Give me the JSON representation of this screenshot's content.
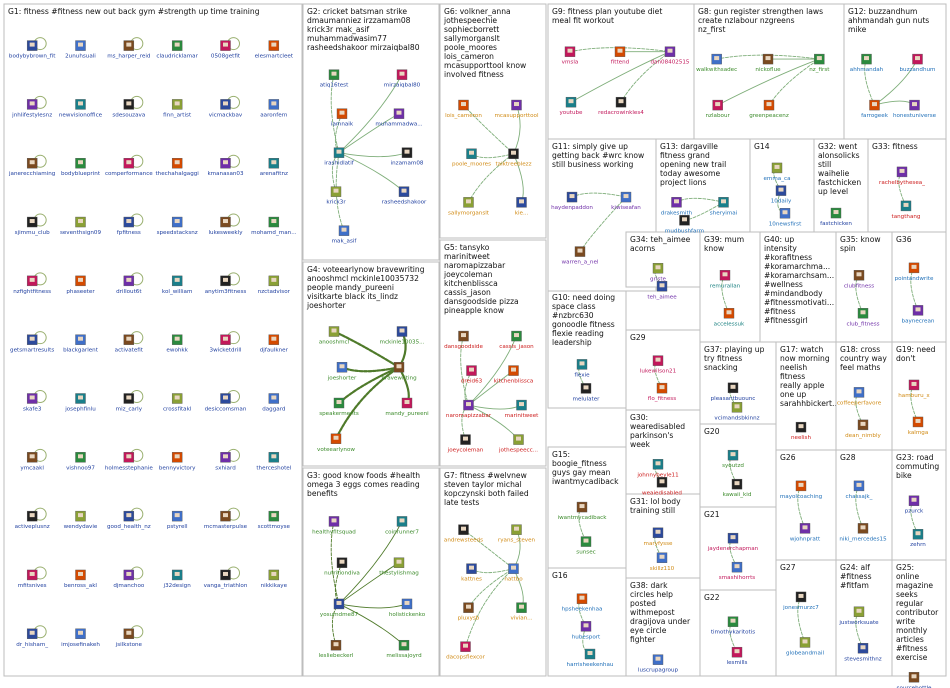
{
  "groups": [
    {
      "id": "G1",
      "title": "G1: fitness #fitness new out back gym #strength up time training",
      "nodes": [
        {
          "label": "bodybybrown_fit"
        },
        {
          "label": "2unuhsuali"
        },
        {
          "label": "ms_harper_reid"
        },
        {
          "label": "claudricklamar"
        },
        {
          "label": "0508getfit"
        },
        {
          "label": "elesmartcleet"
        },
        {
          "label": "jnhlifestylesnz"
        },
        {
          "label": "newvisionoffice"
        },
        {
          "label": "sdesouzava"
        },
        {
          "label": "finn_artist"
        },
        {
          "label": "vicmackbav"
        },
        {
          "label": "aaronfern"
        },
        {
          "label": "janerecchiaming"
        },
        {
          "label": "bodyblueprint"
        },
        {
          "label": "comperformance"
        },
        {
          "label": "thechahalgaggi"
        },
        {
          "label": "kmanasan03"
        },
        {
          "label": "arenafitnz"
        },
        {
          "label": "sjimmu_club"
        },
        {
          "label": "seventhsign09"
        },
        {
          "label": "fpfitness"
        },
        {
          "label": "speedstacksnz"
        },
        {
          "label": "lukesweekly"
        },
        {
          "label": "mohamd_man..."
        },
        {
          "label": "nzfightfitness"
        },
        {
          "label": "phaseeter"
        },
        {
          "label": "drillout6t"
        },
        {
          "label": "kol_william"
        },
        {
          "label": "anytim3fitness"
        },
        {
          "label": "nzctadvisor"
        },
        {
          "label": "getsmartresults"
        },
        {
          "label": "blackgarlent"
        },
        {
          "label": "activatefit"
        },
        {
          "label": "ewohkk"
        },
        {
          "label": "3wicketdrill"
        },
        {
          "label": "djfaulkner"
        },
        {
          "label": "skafe3"
        },
        {
          "label": "josephfinlu"
        },
        {
          "label": "miz_carly"
        },
        {
          "label": "crossfitakl"
        },
        {
          "label": "desiccomsman"
        },
        {
          "label": "daggard"
        },
        {
          "label": "ymcaakl"
        },
        {
          "label": "vishnoo97"
        },
        {
          "label": "holmesstephanie"
        },
        {
          "label": "bennyvictory"
        },
        {
          "label": "sxhiard"
        },
        {
          "label": "therceshotel"
        },
        {
          "label": "activeplusnz"
        },
        {
          "label": "wendydavie"
        },
        {
          "label": "good_health_nz"
        },
        {
          "label": "pstyrell"
        },
        {
          "label": "mcmasterpulse"
        },
        {
          "label": "scottmoyse"
        },
        {
          "label": "mfitsnives"
        },
        {
          "label": "benross_akl"
        },
        {
          "label": "djmanchoo"
        },
        {
          "label": "j32design"
        },
        {
          "label": "vanga_triathlon"
        },
        {
          "label": "nikkikaye"
        },
        {
          "label": "dr_hisham_"
        },
        {
          "label": "imjosefinakeh"
        },
        {
          "label": "jsilkstone"
        }
      ]
    },
    {
      "id": "G2",
      "title": "G2: cricket batsman strike dmaumanniez irzzamam08 krick3r mak_asif muhammadwasim77 rasheedshakoor mirzaiqbal80",
      "nodes": [
        {
          "label": "atiq16test"
        },
        {
          "label": "mirzaiqbal80"
        },
        {
          "label": "iamnaik"
        },
        {
          "label": "muhammadwa..."
        },
        {
          "label": "irashidlatif"
        },
        {
          "label": "inzamam08"
        },
        {
          "label": "krick3r"
        },
        {
          "label": "rasheedshakoor"
        },
        {
          "label": "mak_asif"
        }
      ]
    },
    {
      "id": "G3",
      "title": "G3: good know foods #health omega 3 eggs comes reading benefits",
      "nodes": [
        {
          "label": "healthyfitsquad"
        },
        {
          "label": "coinrunner7"
        },
        {
          "label": "nutritiondiva"
        },
        {
          "label": "thestylishmag"
        },
        {
          "label": "yosumdme87"
        },
        {
          "label": "holistickenko"
        },
        {
          "label": "lesliebeckerl"
        },
        {
          "label": "melissajoyrd"
        }
      ]
    },
    {
      "id": "G4",
      "title": "G4: voteearlynow bravewriting anooshmcl mckinle10035732 people mandy_pureeni visitkarte black its_lindz joeshorter",
      "nodes": [
        {
          "label": "anooshmcl"
        },
        {
          "label": "mckinle10035..."
        },
        {
          "label": "joeshorter"
        },
        {
          "label": "bravewriting"
        },
        {
          "label": "speakerments"
        },
        {
          "label": "mandy_pureeni"
        },
        {
          "label": "voteearlynow"
        }
      ]
    },
    {
      "id": "G5",
      "title": "G5: tansyko marinitweet naromapizzabar joeycoleman kitchenblissca cassis_jason dansgoodside pizza pineapple know",
      "nodes": [
        {
          "label": "dansgoodside"
        },
        {
          "label": "cassis_jason"
        },
        {
          "label": "dreid63"
        },
        {
          "label": "kitchenblissca"
        },
        {
          "label": "naromapizzabar"
        },
        {
          "label": "marinitweet"
        },
        {
          "label": "joeycoleman"
        },
        {
          "label": "jothespeecc..."
        }
      ]
    },
    {
      "id": "G6",
      "title": "G6: volkner_anna jothespeechie sophiecborrett sallymorganslt poole_moores lois_cameron mcasupporttool know involved fitness",
      "nodes": [
        {
          "label": "lois_cameron"
        },
        {
          "label": "mcasupporttool"
        },
        {
          "label": "poole_moores"
        },
        {
          "label": "talktreeblezz"
        },
        {
          "label": "sallymorganslt"
        },
        {
          "label": "kie..."
        }
      ]
    },
    {
      "id": "G7",
      "title": "G7: fitness #welvnew steven taylor michal kopczynski both failed late tests",
      "nodes": [
        {
          "label": "andrewsteeds"
        },
        {
          "label": "ryans_steven"
        },
        {
          "label": "kattnes"
        },
        {
          "label": "nattbo"
        },
        {
          "label": "pluxysb"
        },
        {
          "label": "vivian..."
        },
        {
          "label": "dacopsflexcor"
        }
      ]
    },
    {
      "id": "G8",
      "title": "G8: gun register strengthen laws create nzlabour nzgreens nz_first",
      "nodes": [
        {
          "label": "walkwithsadec"
        },
        {
          "label": "nickoflue"
        },
        {
          "label": "nz_first"
        },
        {
          "label": "nzlabour"
        },
        {
          "label": "greenpeacenz"
        }
      ]
    },
    {
      "id": "G9",
      "title": "G9: fitness plan youtube diet meal fit workout",
      "nodes": [
        {
          "label": "vmsla"
        },
        {
          "label": "fittend"
        },
        {
          "label": "dan08402515"
        },
        {
          "label": "youtube"
        },
        {
          "label": "redacrowinkles4"
        }
      ]
    },
    {
      "id": "G10",
      "title": "G10: need doing space class #nzbrc630 gonoodle fitness flexie reading leadership",
      "nodes": [
        {
          "label": "flexie"
        },
        {
          "label": "melulater"
        }
      ]
    },
    {
      "id": "G11",
      "title": "G11: simply give up getting back #wrc know still business working",
      "nodes": [
        {
          "label": "haydenpaddon"
        },
        {
          "label": "kiwiseafan"
        },
        {
          "label": "warren_a_nel"
        }
      ]
    },
    {
      "id": "G12",
      "title": "G12: buzzandhum ahhmandah gun nuts mike",
      "nodes": [
        {
          "label": "ahhmandah"
        },
        {
          "label": "buzzandhum"
        },
        {
          "label": "farrogeek"
        },
        {
          "label": "honestuniverse"
        }
      ]
    },
    {
      "id": "G13",
      "title": "G13: dargaville fitness grand opening new trail today awesome project lions",
      "nodes": [
        {
          "label": "drakesmith"
        },
        {
          "label": "sheryimai"
        },
        {
          "label": "mudbushfarm"
        }
      ]
    },
    {
      "id": "G14",
      "title": "G14",
      "nodes": [
        {
          "label": "emma_ca"
        },
        {
          "label": "10daily"
        },
        {
          "label": "10newsfirst"
        }
      ]
    },
    {
      "id": "G15",
      "title": "G15: boogie_fitness guys gay mean iwantmycadiback",
      "nodes": [
        {
          "label": "iwantmycadiback"
        },
        {
          "label": "sunsec"
        }
      ]
    },
    {
      "id": "G16",
      "title": "G16",
      "nodes": [
        {
          "label": "hpsheekenhaa"
        },
        {
          "label": "hubesport"
        },
        {
          "label": "harrisheekenhau"
        }
      ]
    },
    {
      "id": "G17",
      "title": "G17: watch now morning neelish fitness really apple one up sarahhbickert...",
      "nodes": [
        {
          "label": "neelish"
        }
      ]
    },
    {
      "id": "G18",
      "title": "G18: cross country way feel maths",
      "nodes": [
        {
          "label": "coffeeperfavore"
        },
        {
          "label": "dean_nimbly"
        }
      ]
    },
    {
      "id": "G19",
      "title": "G19: need don't",
      "nodes": [
        {
          "label": "hamburu_x"
        },
        {
          "label": "kalmga"
        }
      ]
    },
    {
      "id": "G20",
      "title": "G20",
      "nodes": [
        {
          "label": "syoutzd"
        },
        {
          "label": "kawaii_kid"
        }
      ]
    },
    {
      "id": "G21",
      "title": "G21",
      "nodes": [
        {
          "label": "jaydenerchapman"
        },
        {
          "label": "smashihorrts"
        }
      ]
    },
    {
      "id": "G22",
      "title": "G22",
      "nodes": [
        {
          "label": "timothykaritotis"
        },
        {
          "label": "lesmills"
        }
      ]
    },
    {
      "id": "G23",
      "title": "G23: road commuting bike",
      "nodes": [
        {
          "label": "pzurck"
        },
        {
          "label": "zehrn"
        }
      ]
    },
    {
      "id": "G24",
      "title": "G24: alf #fitness #fitfam",
      "nodes": [
        {
          "label": "justworksuate"
        },
        {
          "label": "stevesmithnz"
        }
      ]
    },
    {
      "id": "G25",
      "title": "G25: online magazine seeks regular contributor write monthly articles #fitness exercise",
      "nodes": [
        {
          "label": "sourcebottle"
        }
      ]
    },
    {
      "id": "G26",
      "title": "G26",
      "nodes": [
        {
          "label": "mayolcoaching"
        },
        {
          "label": "wjohnpratt"
        }
      ]
    },
    {
      "id": "G27",
      "title": "G27",
      "nodes": [
        {
          "label": "jonesmurzc7"
        },
        {
          "label": "globeandmail"
        }
      ]
    },
    {
      "id": "G28",
      "title": "G28",
      "nodes": [
        {
          "label": "chassajk_"
        },
        {
          "label": "niki_mercedes15"
        }
      ]
    },
    {
      "id": "G29",
      "title": "G29",
      "nodes": [
        {
          "label": "lukewilson21"
        },
        {
          "label": "flo_fitness"
        }
      ]
    },
    {
      "id": "G30",
      "title": "G30: wearedisabled parkinson's week",
      "nodes": [
        {
          "label": "johnnybeyle11"
        },
        {
          "label": "weaiedisabled"
        }
      ]
    },
    {
      "id": "G31",
      "title": "G31: lol body training still",
      "nodes": [
        {
          "label": "maryfysse"
        },
        {
          "label": "skillz110"
        }
      ]
    },
    {
      "id": "G32",
      "title": "G32: went alonsolicks still waihelie fastchicken up level",
      "nodes": [
        {
          "label": "fastchicken"
        }
      ]
    },
    {
      "id": "G33",
      "title": "G33: fitness",
      "nodes": [
        {
          "label": "rachelbythesea_"
        },
        {
          "label": "tangthang"
        }
      ]
    },
    {
      "id": "G34",
      "title": "G34: teh_aimee acorns",
      "nodes": [
        {
          "label": "griste"
        },
        {
          "label": "teh_aimee"
        }
      ]
    },
    {
      "id": "G35",
      "title": "G35: know spin",
      "nodes": [
        {
          "label": "clubfitness"
        },
        {
          "label": "club_fitness"
        }
      ]
    },
    {
      "id": "G36",
      "title": "G36",
      "nodes": [
        {
          "label": "pointandwrite"
        },
        {
          "label": "baynecrean"
        }
      ]
    },
    {
      "id": "G37",
      "title": "G37: playing up try fitness snacking",
      "nodes": [
        {
          "label": "pleasantbuounc"
        },
        {
          "label": "vcimandsbkinnz"
        }
      ]
    },
    {
      "id": "G38",
      "title": "G38: dark circles help posted withmepost dragijova under eye circle fighter",
      "nodes": [
        {
          "label": "luscrupagroup"
        }
      ]
    },
    {
      "id": "G39",
      "title": "G39: mum know",
      "nodes": [
        {
          "label": "remurallan"
        },
        {
          "label": "accelessuk"
        }
      ]
    },
    {
      "id": "G40",
      "title": "G40: up intensity #korafitness #koramarchma... #koramarchsam... #wellness #mindandbody #fitnessmotivati... #fitness #fitnessgirl",
      "nodes": []
    }
  ]
}
